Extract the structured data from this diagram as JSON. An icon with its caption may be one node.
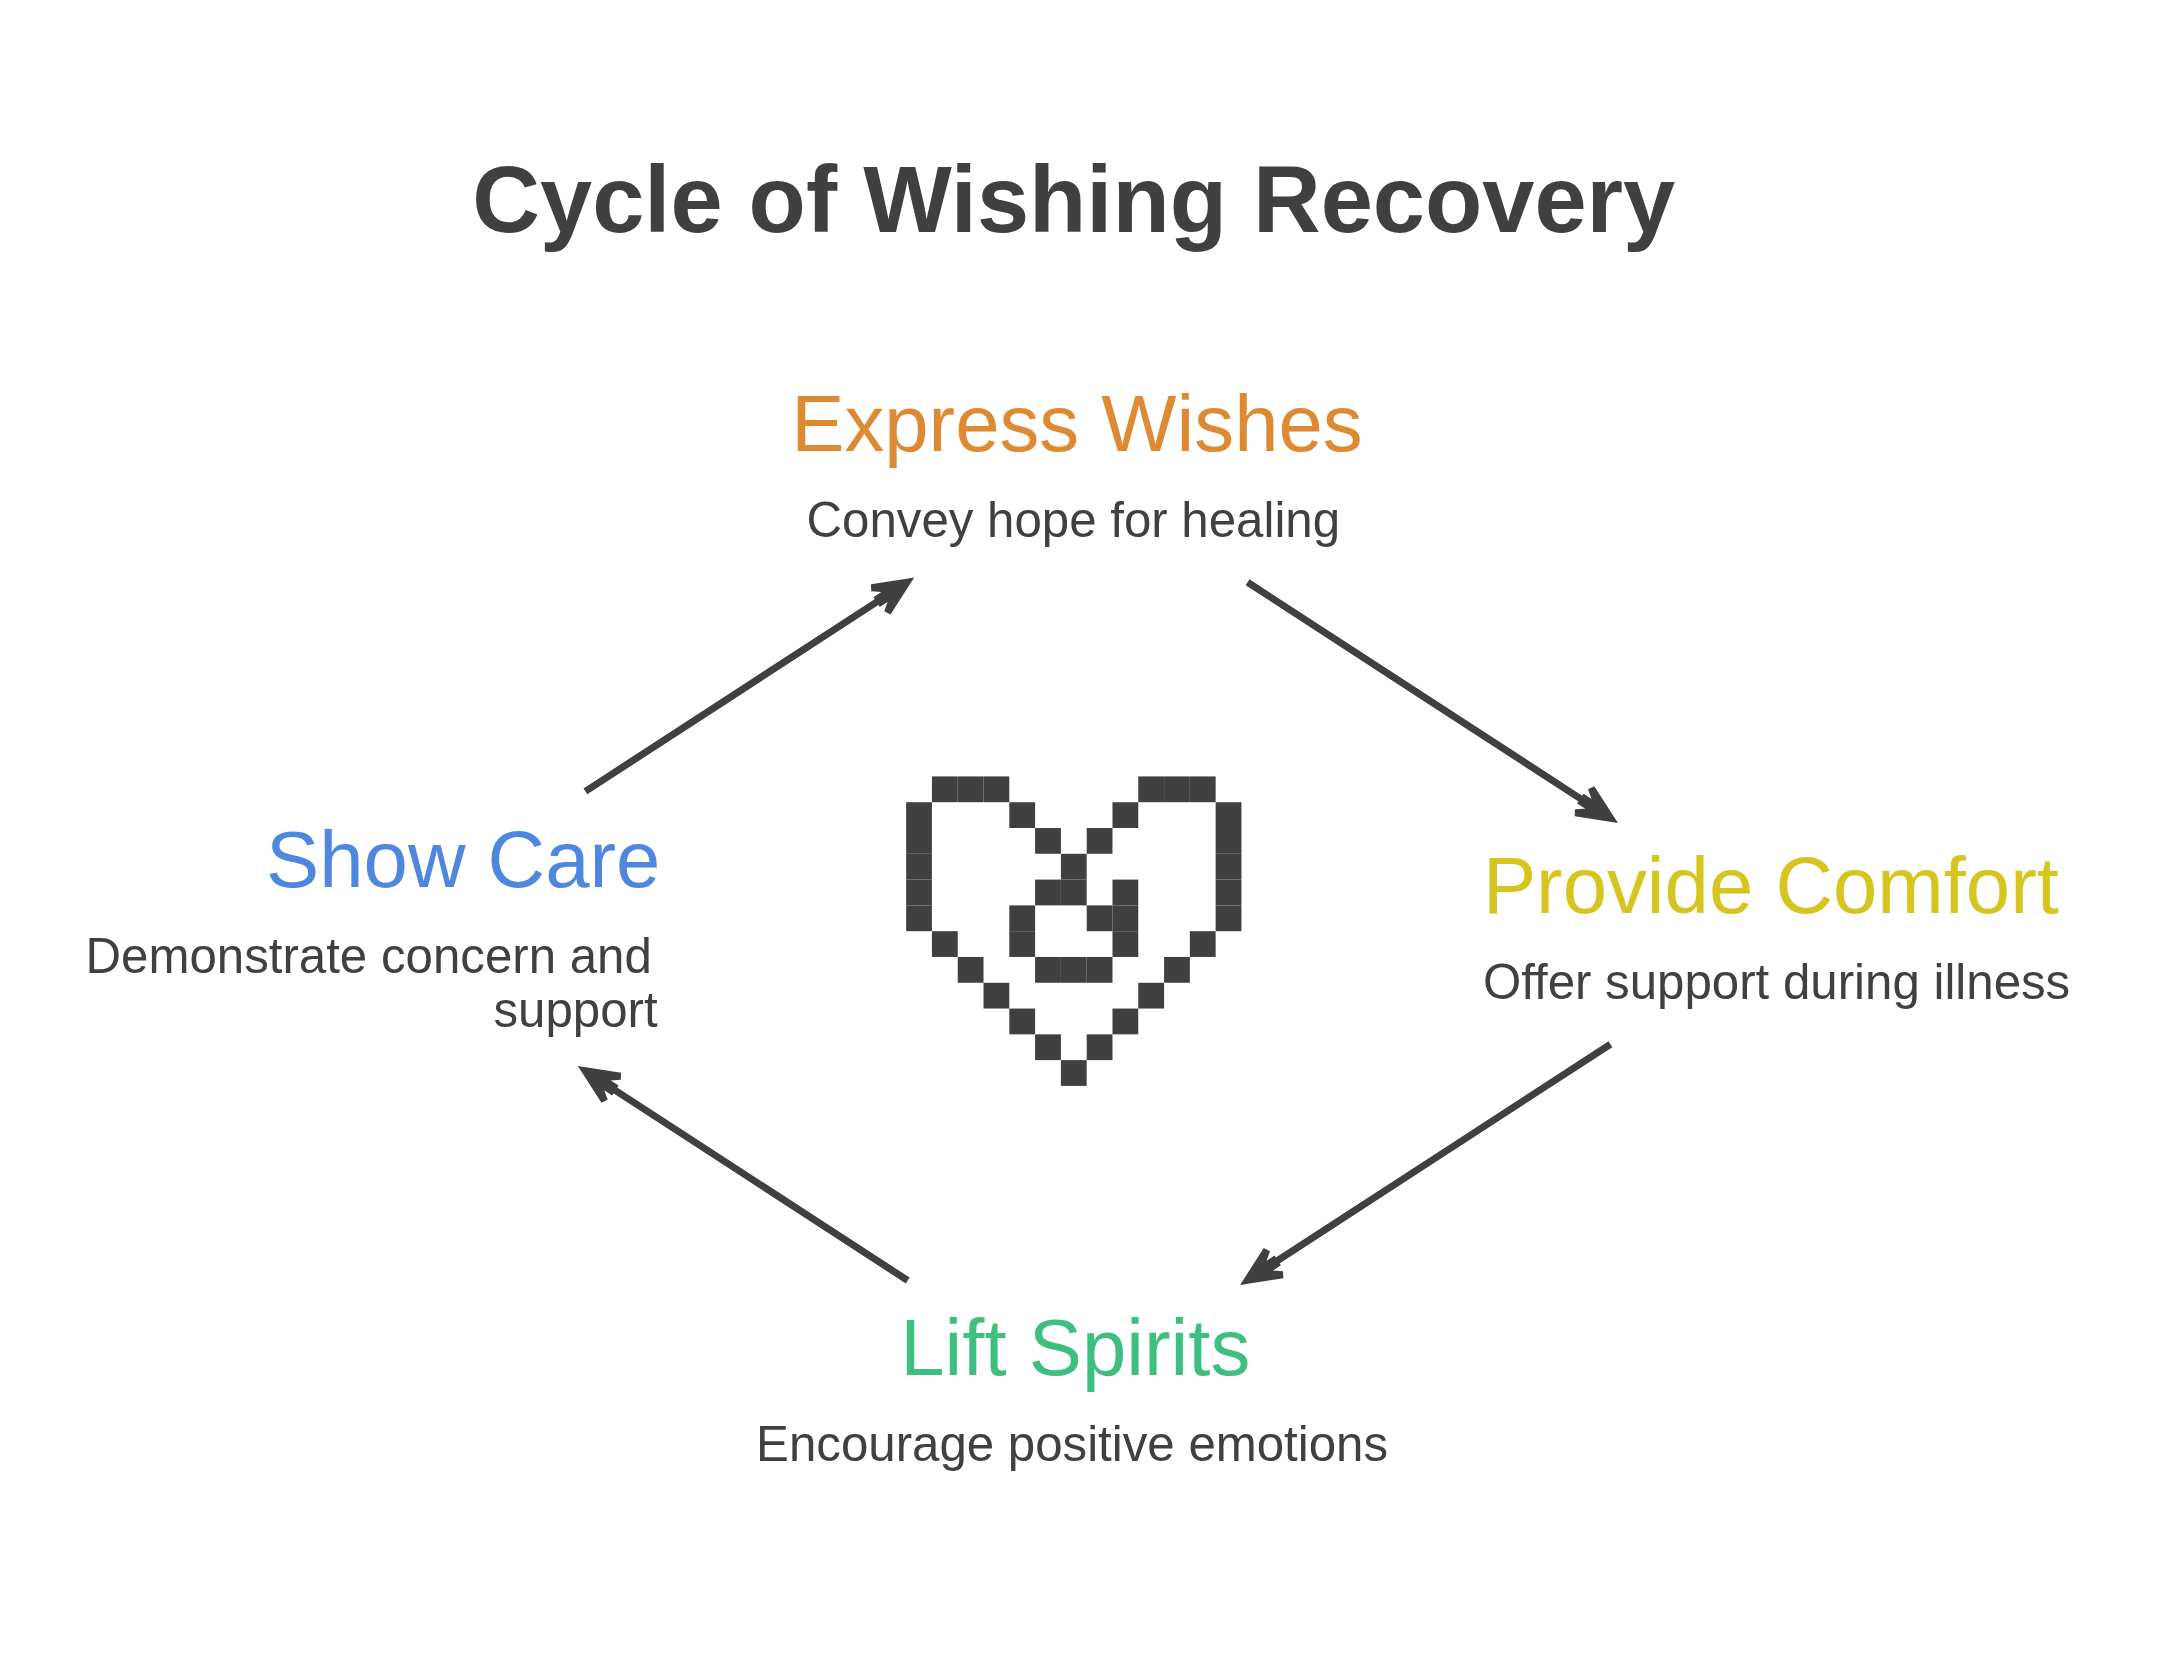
{
  "diagram": {
    "title": "Cycle of Wishing Recovery",
    "nodes": [
      {
        "text": [
          "Express Wishes",
          "Convey hope for healing"
        ]
      },
      {
        "text": [
          "Show Care",
          "Demonstrate concern and support"
        ]
      },
      {
        "text": [],
        "shape": "picture"
      },
      {
        "text": [
          "Provide Comfort",
          "Offer support during illness"
        ]
      },
      {
        "text": [
          "Lift Spirits",
          "Encourage positive emotions"
        ]
      }
    ],
    "edges": [
      {
        "from": 0,
        "to": 3,
        "arrow": "to"
      },
      {
        "from": 3,
        "to": 4,
        "arrow": "to"
      },
      {
        "from": 4,
        "to": 1,
        "arrow": "to"
      },
      {
        "from": 1,
        "to": 0,
        "arrow": "to"
      }
    ]
  }
}
